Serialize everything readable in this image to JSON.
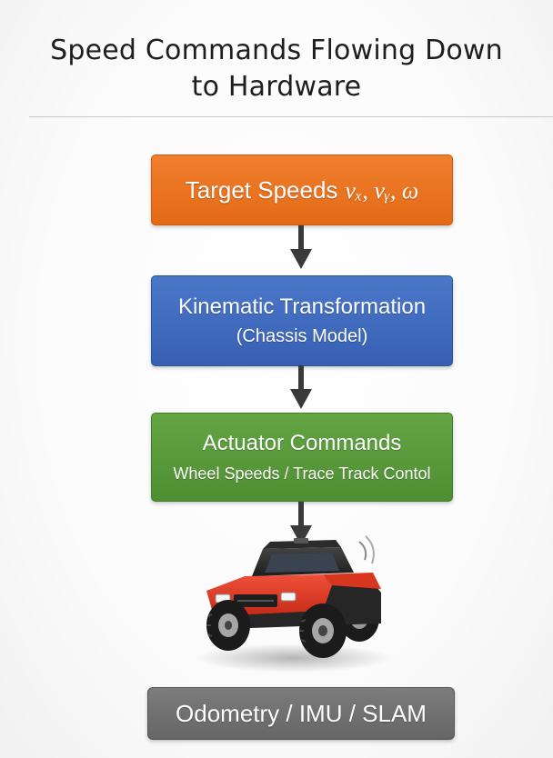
{
  "title_line1": "Speed Commands Flowing Down",
  "title_line2": "to Hardware",
  "nodes": {
    "target": {
      "label": "Target Speeds",
      "vars": "vₓ, vᵧ, ω"
    },
    "kinematic": {
      "label": "Kinematic Transformation",
      "sub": "(Chassis Model)"
    },
    "actuator": {
      "label": "Actuator Commands",
      "sub": "Wheel Speeds / Trace Track Contol"
    },
    "odometry": {
      "label": "Odometry / IMU / SLAM"
    }
  },
  "colors": {
    "target": "#e8741f",
    "kinematic": "#3f6cc0",
    "actuator": "#57993a",
    "odometry": "#707070",
    "arrow": "#3a3a3a",
    "robot_body": "#e0341e"
  },
  "icons": {
    "robot": "robot-car-icon",
    "arrow": "arrow-down-icon"
  }
}
